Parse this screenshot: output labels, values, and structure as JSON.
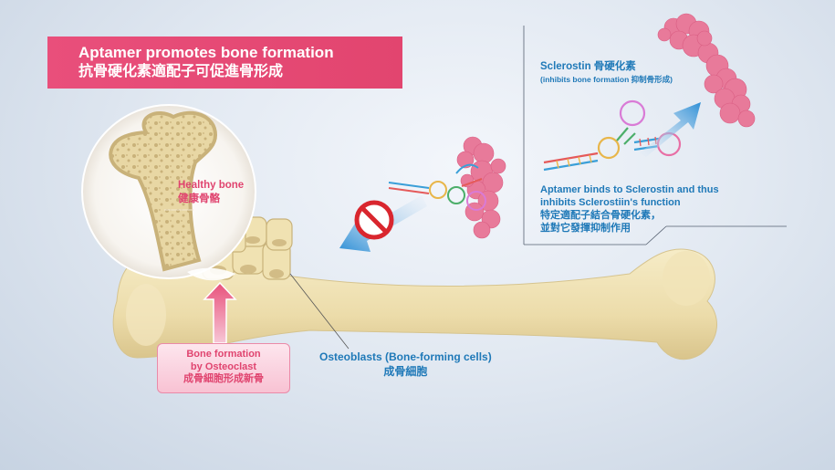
{
  "title": {
    "en": "Aptamer promotes bone formation",
    "zh": "抗骨硬化素適配子可促進骨形成"
  },
  "labels": {
    "healthy_bone_en": "Healthy bone",
    "healthy_bone_zh": "健康骨骼",
    "osteoblasts_en": "Osteoblasts (Bone-forming cells)",
    "osteoblasts_zh": "成骨細胞",
    "bone_formation_line1": "Bone formation",
    "bone_formation_line2": "by Osteoclast",
    "bone_formation_zh": "成骨細胞形成新骨",
    "sclerostin_line1": "Sclerostin 骨硬化素",
    "sclerostin_line2": "(inhibits bone formation 抑制骨形成)",
    "aptamer_line1": "Aptamer binds to Sclerostin and thus",
    "aptamer_line2": "inhibits Sclerostiin's function",
    "aptamer_line3": "特定適配子結合骨硬化素，",
    "aptamer_line4": "並對它發揮抑制作用"
  },
  "colors": {
    "accent_pink": "#e94f7b",
    "accent_blue": "#1f79b8",
    "bone": "#efe2b6",
    "protein": "#e87a9a"
  },
  "icons": {
    "prohibited": "prohibited-icon",
    "arrow_up": "arrow-up-icon",
    "arrow_blue": "blue-arrow-icon"
  }
}
